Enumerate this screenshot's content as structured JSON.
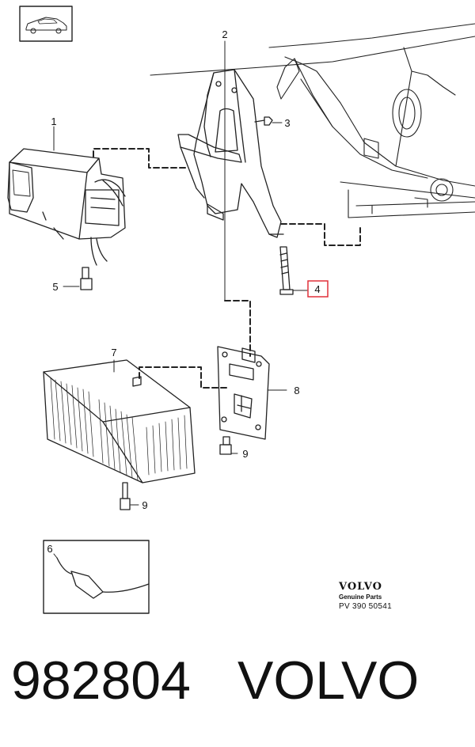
{
  "callouts": [
    {
      "id": "1",
      "label": "1"
    },
    {
      "id": "2",
      "label": "2"
    },
    {
      "id": "3",
      "label": "3"
    },
    {
      "id": "4",
      "label": "4",
      "highlighted": true
    },
    {
      "id": "5",
      "label": "5"
    },
    {
      "id": "6",
      "label": "6"
    },
    {
      "id": "7",
      "label": "7"
    },
    {
      "id": "8",
      "label": "8"
    },
    {
      "id": "9a",
      "label": "9"
    },
    {
      "id": "9b",
      "label": "9"
    }
  ],
  "highlight_color": "#e0303a",
  "brand": {
    "name": "VOLVO",
    "subtitle": "Genuine Parts",
    "code": "PV 390 50541"
  },
  "footer": {
    "part_number": "982804",
    "brand": "VOLVO"
  },
  "icons": [
    "car-thumbnail-icon"
  ]
}
